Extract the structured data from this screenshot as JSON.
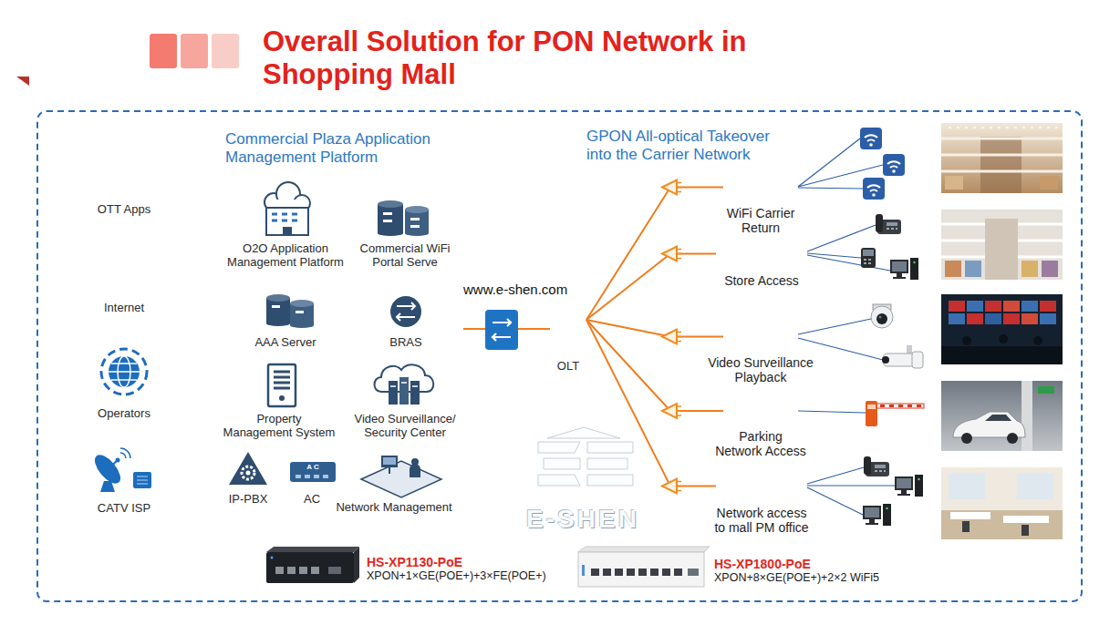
{
  "diagram": {
    "title": "Overall Solution for PON Network in Shopping Mall",
    "nodes": [
      {
        "text": [
          "Solution"
        ]
      },
      {
        "text": [
          "OTT Apps",
          "Internet",
          "Operators",
          "CATV ISP"
        ]
      },
      {
        "text": [
          "APPS"
        ],
        "in": 1
      },
      {
        "text": [
          "Internet"
        ],
        "in": 1
      },
      {
        "text": [
          "Commercial Plaza Application Management Platform"
        ]
      },
      {
        "text": [
          "O2O Application Management Platform",
          "Commercial WiFi Portal Serve"
        ],
        "in": 4
      },
      {
        "text": [
          "AAA Server",
          "BRAS"
        ],
        "in": 4
      },
      {
        "text": [
          "Property Management System",
          "Video Surveillance/ Security Center",
          "IP-PBX",
          "AC",
          "Network Management"
        ],
        "in": 4
      },
      {
        "text": [
          "GPON All-optical Takeover into the Carrier Network"
        ]
      },
      {
        "text": [
          "OLT"
        ],
        "in": 8
      },
      {
        "text": [
          "WiFi Carrier Return"
        ],
        "in": 8
      },
      {
        "text": [
          "Store Access"
        ],
        "in": 8
      },
      {
        "text": [
          "Video Surveillance Playback"
        ],
        "in": 8
      },
      {
        "text": [
          "Parking Network Access"
        ],
        "in": 8
      },
      {
        "text": [
          "Network access to mall PM office"
        ],
        "in": 8
      }
    ],
    "edges": [
      {
        "from": 6,
        "to": 9,
        "arrow": "none"
      },
      {
        "from": 9,
        "to": 10,
        "arrow": "none"
      },
      {
        "from": 9,
        "to": 11,
        "arrow": "none"
      },
      {
        "from": 9,
        "to": 12,
        "arrow": "none"
      },
      {
        "from": 9,
        "to": 13,
        "arrow": "none"
      },
      {
        "from": 9,
        "to": 14,
        "arrow": "none"
      }
    ],
    "labels": [
      "www.e-shen.com",
      "E-SHEN",
      "A C",
      "HS-XP1130-PoE",
      "XPON+1×GE(POE+)+3×FE(POE+)",
      "HS-XP1800-PoE",
      "XPON+8×GE(POE+)+2×2 WiFi5"
    ]
  }
}
